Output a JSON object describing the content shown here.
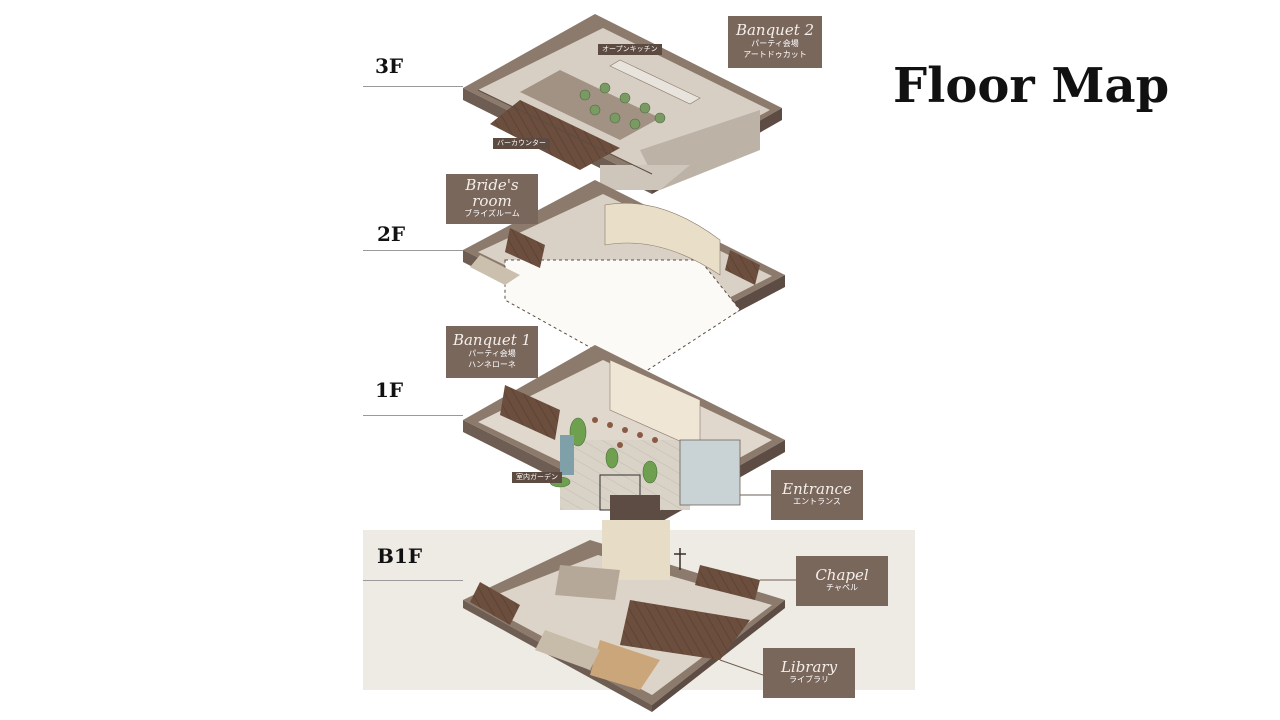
{
  "title": "Floor Map",
  "floors": [
    {
      "label": "3F"
    },
    {
      "label": "2F"
    },
    {
      "label": "1F"
    },
    {
      "label": "B1F"
    }
  ],
  "rooms": {
    "banquet2": {
      "script": "Banquet 2",
      "lines": [
        "パーティ会場",
        "アートドゥカット"
      ]
    },
    "brides_room": {
      "script": "Bride's room",
      "lines": [
        "ブライズルーム"
      ]
    },
    "banquet1": {
      "script": "Banquet 1",
      "lines": [
        "パーティ会場",
        "ハンネローネ"
      ]
    },
    "entrance": {
      "script": "Entrance",
      "lines": [
        "エントランス"
      ]
    },
    "chapel": {
      "script": "Chapel",
      "lines": [
        "チャペル"
      ]
    },
    "library": {
      "script": "Library",
      "lines": [
        "ライブラリ"
      ]
    }
  },
  "small_labels": {
    "open_kitchen": "オープンキッチン",
    "bar_counter": "バーカウンター",
    "indoor_garden": "室内ガーデン"
  },
  "colors": {
    "tag_bg": "#7a675c",
    "band_bg": "#eeebe4",
    "wall": "#8c7a6c",
    "floor_wood": "#6b4e3d",
    "greenery": "#6fa050"
  }
}
